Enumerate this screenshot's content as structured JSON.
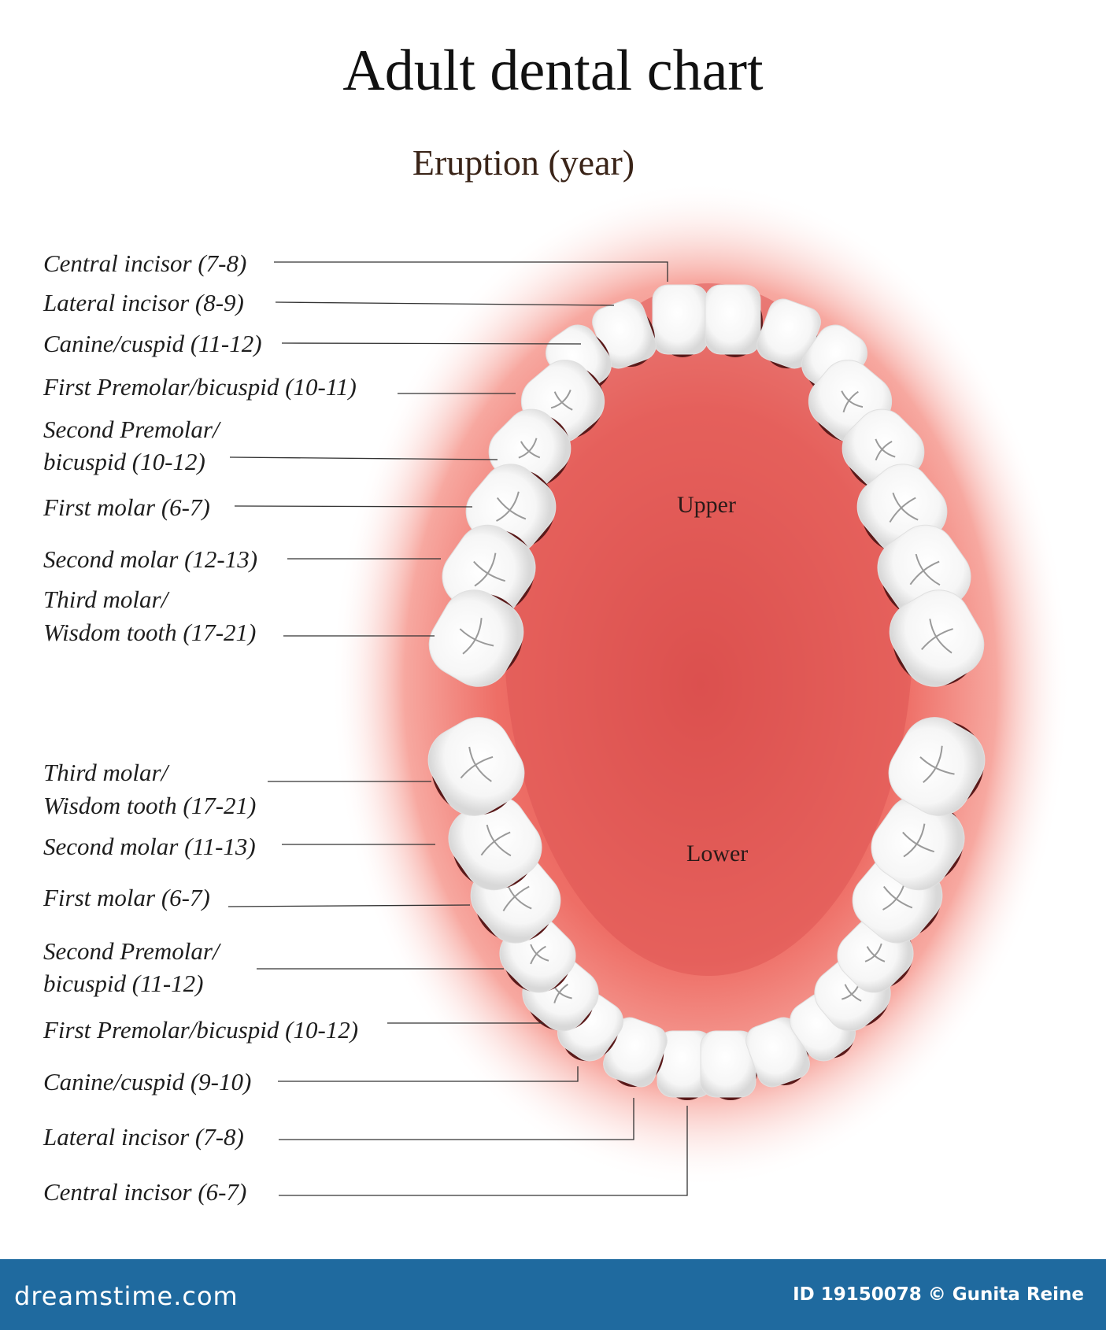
{
  "title": "Adult dental chart",
  "subtitle": "Eruption (year)",
  "upper_label": "Upper",
  "lower_label": "Lower",
  "upper_teeth": [
    {
      "name": "Central incisor",
      "eruption": "7-8",
      "text": "Central incisor (7-8)"
    },
    {
      "name": "Lateral incisor",
      "eruption": "8-9",
      "text": "Lateral incisor (8-9)"
    },
    {
      "name": "Canine/cuspid",
      "eruption": "11-12",
      "text": "Canine/cuspid (11-12)"
    },
    {
      "name": "First Premolar/bicuspid",
      "eruption": "10-11",
      "text": "First Premolar/bicuspid (10-11)"
    },
    {
      "name": "Second Premolar/ bicuspid",
      "eruption": "10-12",
      "line1": "Second Premolar/",
      "line2": "bicuspid (10-12)"
    },
    {
      "name": "First molar",
      "eruption": "6-7",
      "text": "First molar (6-7)"
    },
    {
      "name": "Second molar",
      "eruption": "12-13",
      "text": "Second molar (12-13)"
    },
    {
      "name": "Third molar/ Wisdom tooth",
      "eruption": "17-21",
      "line1": "Third molar/",
      "line2": "Wisdom tooth (17-21)"
    }
  ],
  "lower_teeth": [
    {
      "name": "Third molar/ Wisdom tooth",
      "eruption": "17-21",
      "line1": "Third molar/",
      "line2": "Wisdom tooth (17-21)"
    },
    {
      "name": "Second molar",
      "eruption": "11-13",
      "text": "Second molar (11-13)"
    },
    {
      "name": "First molar",
      "eruption": "6-7",
      "text": "First molar (6-7)"
    },
    {
      "name": "Second Premolar/ bicuspid",
      "eruption": "11-12",
      "line1": "Second Premolar/",
      "line2": "bicuspid (11-12)"
    },
    {
      "name": "First Premolar/bicuspid",
      "eruption": "10-12",
      "text": "First Premolar/bicuspid (10-12)"
    },
    {
      "name": "Canine/cuspid",
      "eruption": "9-10",
      "text": "Canine/cuspid (9-10)"
    },
    {
      "name": "Lateral incisor",
      "eruption": "7-8",
      "text": "Lateral incisor (7-8)"
    },
    {
      "name": "Central incisor",
      "eruption": "6-7",
      "text": "Central incisor (6-7)"
    }
  ],
  "footer": {
    "site": "dreamstime.com",
    "credit": "ID 19150078 © Gunita Reine"
  },
  "colors": {
    "gum": "#e95a56",
    "gum_center": "#d94a48",
    "tooth": "#ffffff",
    "tooth_outline": "#5a1a1a",
    "footer": "#1f6a9f"
  }
}
